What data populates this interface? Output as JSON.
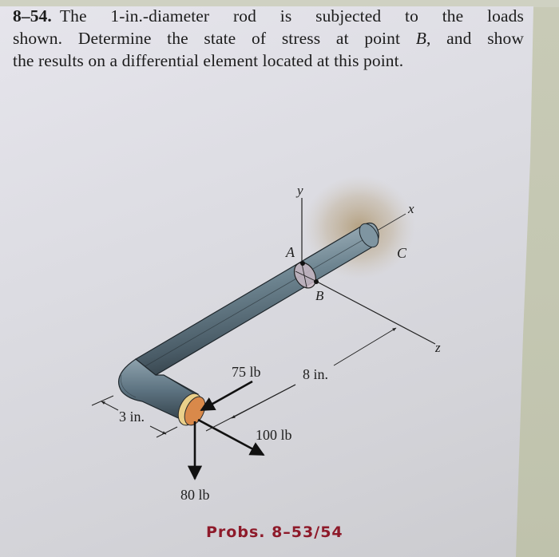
{
  "problem": {
    "number": "8–54.",
    "lines": [
      "The 1-in.-diameter rod is subjected to the loads",
      "shown. Determine the state of stress at point ",
      "the results on a differential element located at this point."
    ],
    "point": "B",
    "line2_tail": ", and show"
  },
  "figure": {
    "axes": {
      "x": "x",
      "y": "y",
      "z": "z"
    },
    "points": {
      "A": "A",
      "B": "B",
      "C": "C"
    },
    "loads": {
      "load_75": "75 lb",
      "load_100": "100 lb",
      "load_80": "80 lb"
    },
    "dimensions": {
      "dim_3": "3 in.",
      "dim_8": "8 in."
    },
    "colors": {
      "rod": "#5f7480",
      "rod_highlight": "#a9bac3",
      "end_cap": "#d9894a",
      "end_cap_rim": "#ead08a",
      "stain": "#b09a72"
    }
  },
  "caption": "Probs. 8–53/54"
}
